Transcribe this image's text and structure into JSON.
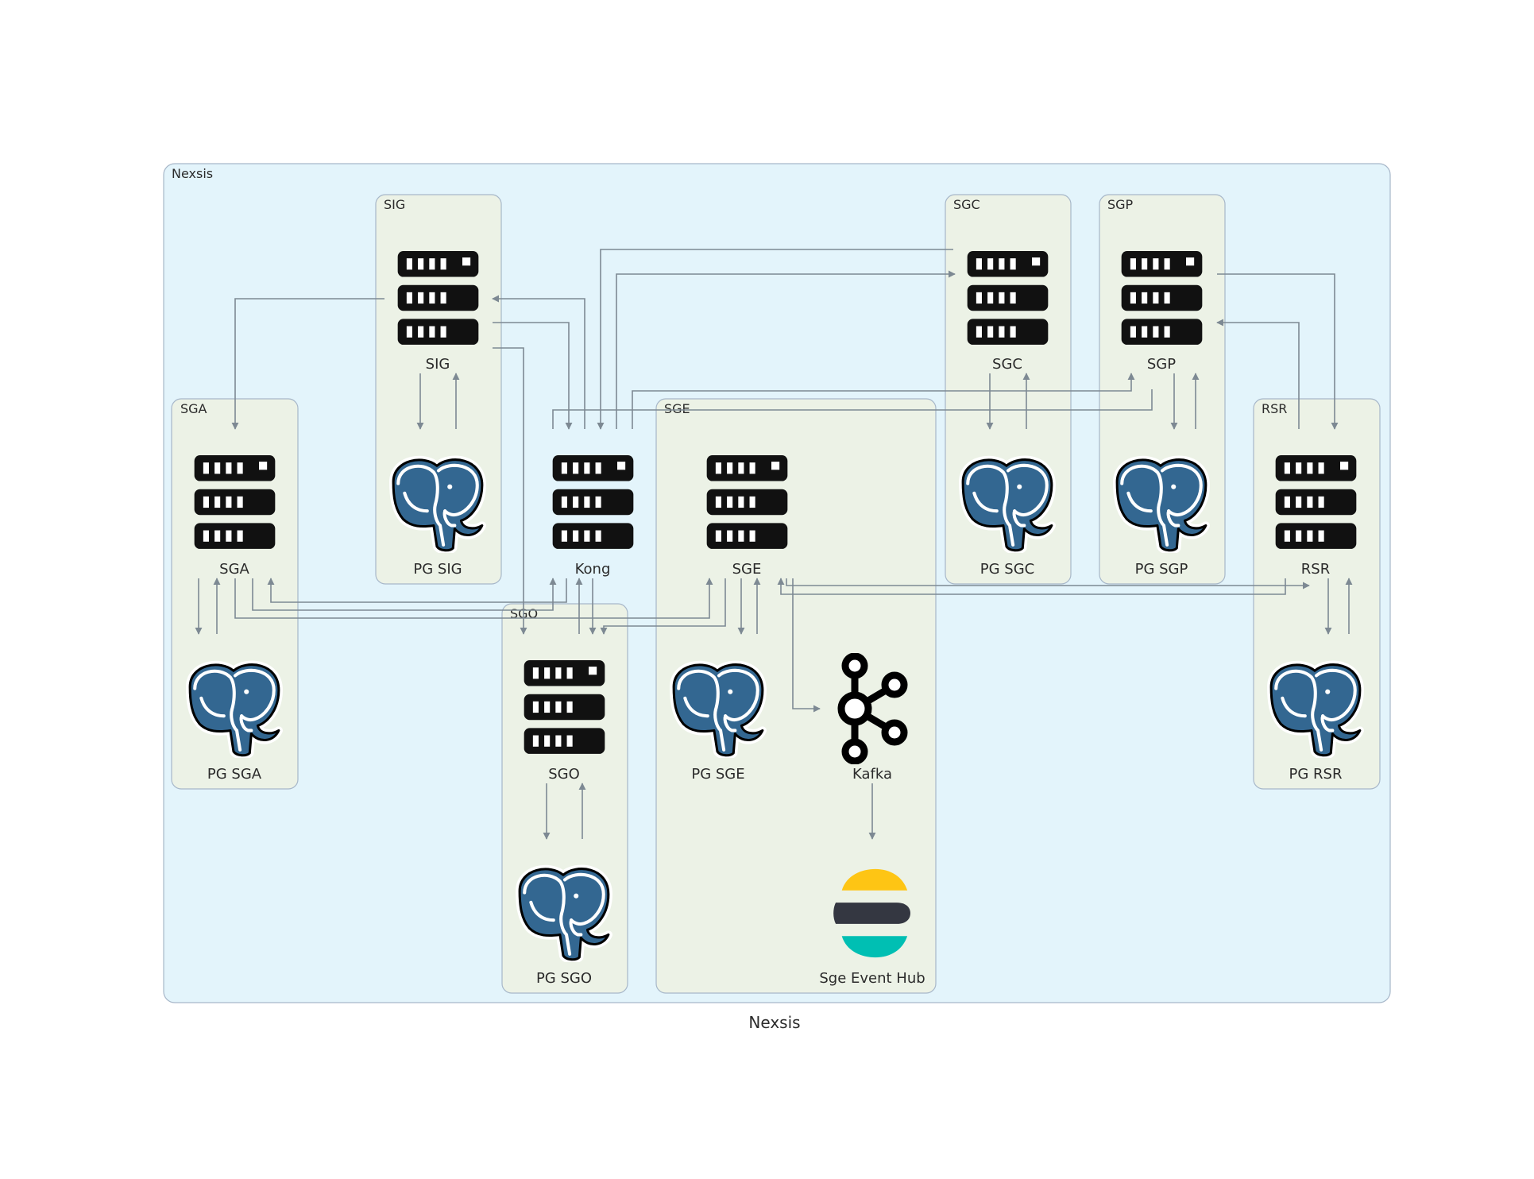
{
  "caption": "Nexsis",
  "clusters": {
    "outer": "Nexsis",
    "sig": "SIG",
    "sga": "SGA",
    "sgo": "SGO",
    "sge": "SGE",
    "sgc": "SGC",
    "sgp": "SGP",
    "rsr": "RSR"
  },
  "nodes": {
    "sig": {
      "label": "SIG",
      "icon": "server-icon"
    },
    "pg_sig": {
      "label": "PG SIG",
      "icon": "postgresql-icon"
    },
    "sga": {
      "label": "SGA",
      "icon": "server-icon"
    },
    "pg_sga": {
      "label": "PG SGA",
      "icon": "postgresql-icon"
    },
    "kong": {
      "label": "Kong",
      "icon": "server-icon"
    },
    "sgo": {
      "label": "SGO",
      "icon": "server-icon"
    },
    "pg_sgo": {
      "label": "PG SGO",
      "icon": "postgresql-icon"
    },
    "sge": {
      "label": "SGE",
      "icon": "server-icon"
    },
    "pg_sge": {
      "label": "PG SGE",
      "icon": "postgresql-icon"
    },
    "kafka": {
      "label": "Kafka",
      "icon": "kafka-icon"
    },
    "event_hub": {
      "label": "Sge Event Hub",
      "icon": "elastic-icon"
    },
    "sgc": {
      "label": "SGC",
      "icon": "server-icon"
    },
    "pg_sgc": {
      "label": "PG SGC",
      "icon": "postgresql-icon"
    },
    "sgp": {
      "label": "SGP",
      "icon": "server-icon"
    },
    "pg_sgp": {
      "label": "PG SGP",
      "icon": "postgresql-icon"
    },
    "rsr": {
      "label": "RSR",
      "icon": "server-icon"
    },
    "pg_rsr": {
      "label": "PG RSR",
      "icon": "postgresql-icon"
    }
  },
  "colors": {
    "outer_fill": "#e3f4fb",
    "inner_fill": "#ecf2e6",
    "border": "#a7b7c9",
    "edge": "#7d8993",
    "postgres_blue": "#336791",
    "elastic_yellow": "#fec514",
    "elastic_dark": "#343741",
    "elastic_teal": "#00bfb3"
  }
}
